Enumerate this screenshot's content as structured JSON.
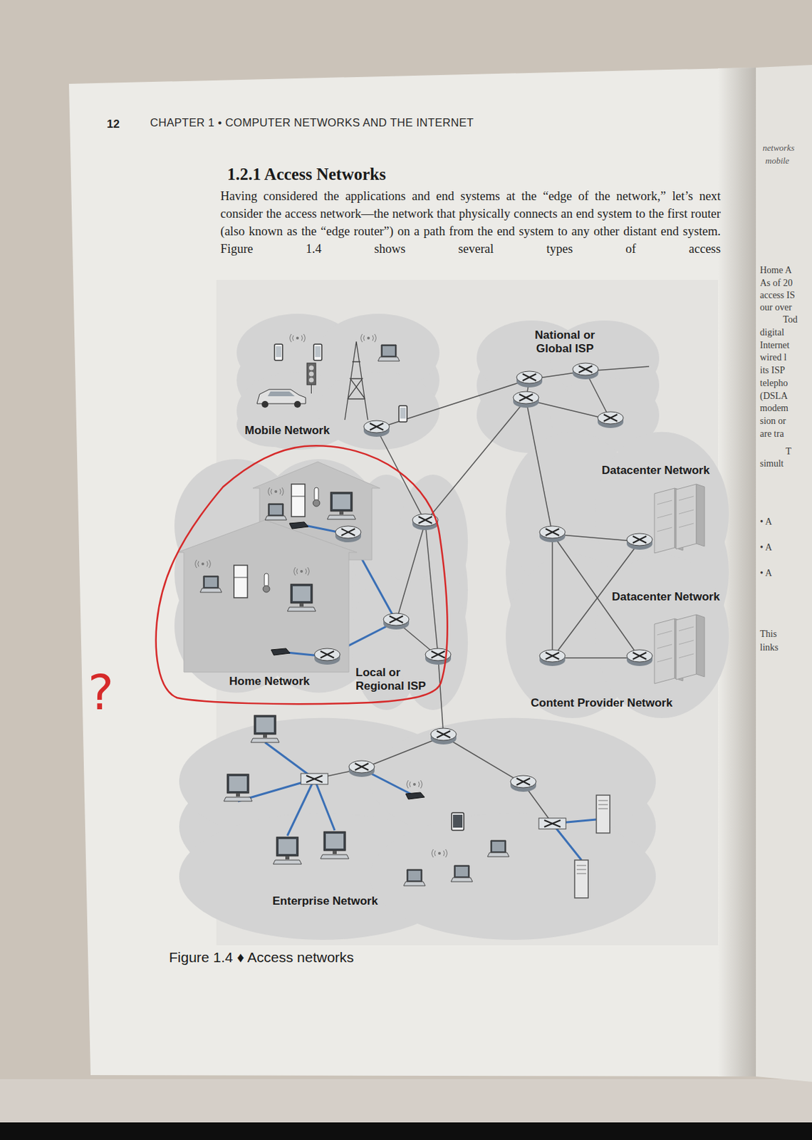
{
  "diagram": {
    "title": "1.2.1 Access Networks",
    "caption": "Figure 1.4 ♦ Access networks",
    "nodes": [
      {
        "text": [
          "National or Global ISP"
        ]
      },
      {
        "text": [
          "Mobile Network"
        ]
      },
      {
        "text": [
          "Home Network"
        ]
      },
      {
        "text": [
          "Local or Regional ISP"
        ]
      },
      {
        "text": [
          "Content Provider Network"
        ]
      },
      {
        "text": [
          "Enterprise Network"
        ]
      }
    ],
    "edges": [
      {
        "from": 1,
        "to": 0,
        "arrow": "none"
      },
      {
        "from": 1,
        "to": 3,
        "arrow": "none"
      },
      {
        "from": 2,
        "to": 3,
        "arrow": "none"
      },
      {
        "from": 3,
        "to": 0,
        "arrow": "none"
      },
      {
        "from": 4,
        "to": 0,
        "arrow": "none"
      },
      {
        "from": 3,
        "to": 5,
        "arrow": "none"
      }
    ],
    "labels": [
      "12",
      "CHAPTER 1 • COMPUTER NETWORKS AND THE INTERNET",
      "Having considered the applications and end systems at the “edge of the network,” let’s next consider the access network—the network that physically connects an end system to the first router (also known as the “edge router”) on a path from the end system to any other distant end system. Figure 1.4 shows several types of access",
      "Datacenter Network",
      "Datacenter Network",
      "?",
      "networks",
      "mobile",
      "Home A",
      "As of 20",
      "access IS",
      "our over",
      "Tod",
      "digital",
      "Internet",
      "wired l",
      "its ISP",
      "telepho",
      "(DSLA",
      "modem",
      "sion or",
      "are tra",
      "T",
      "simult",
      "• A",
      "• A",
      "• A",
      "This",
      "links"
    ]
  }
}
